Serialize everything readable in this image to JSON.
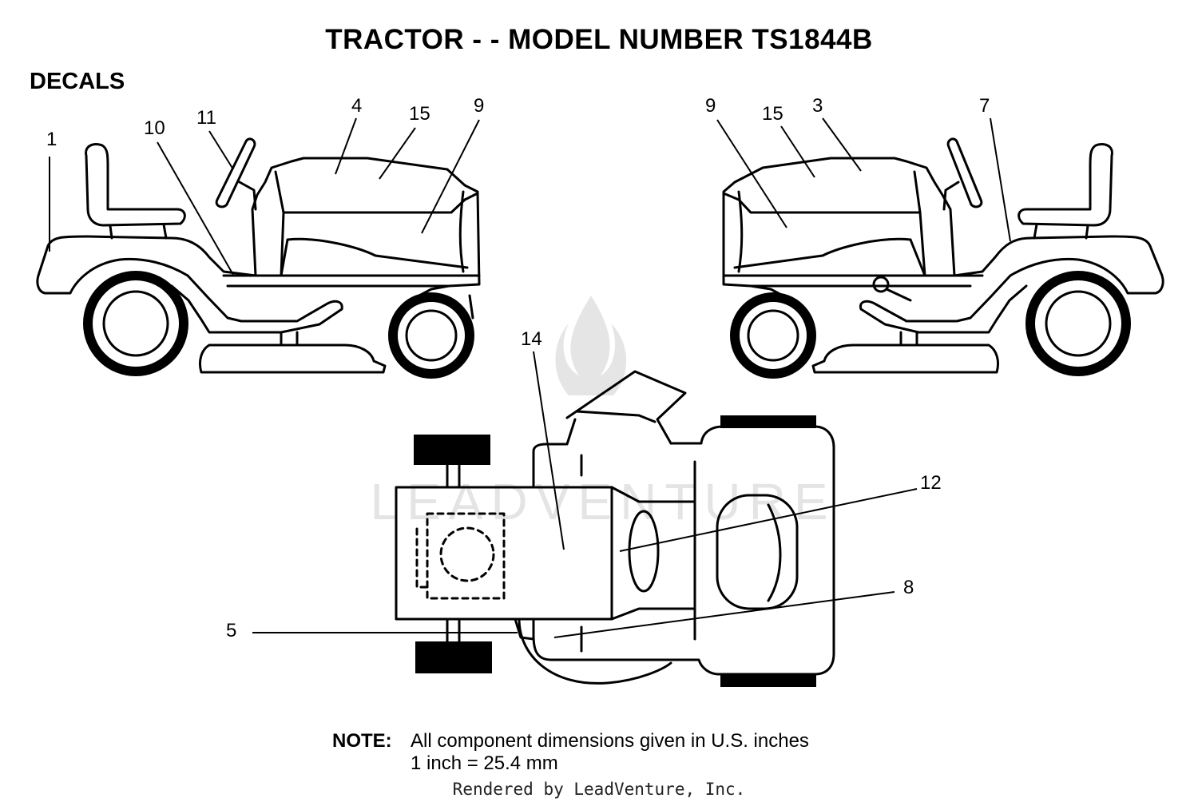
{
  "title": "TRACTOR - - MODEL NUMBER TS1844B",
  "section": "DECALS",
  "callouts": {
    "left_view": [
      "1",
      "10",
      "11",
      "4",
      "15",
      "9"
    ],
    "right_view": [
      "9",
      "15",
      "3",
      "7"
    ],
    "top_view": [
      "14",
      "12",
      "8",
      "5"
    ]
  },
  "note": {
    "label": "NOTE:",
    "line1": "All component dimensions given in U.S. inches",
    "line2": "1 inch = 25.4 mm"
  },
  "watermark": "LEADVENTURE",
  "footer": "Rendered by LeadVenture, Inc."
}
